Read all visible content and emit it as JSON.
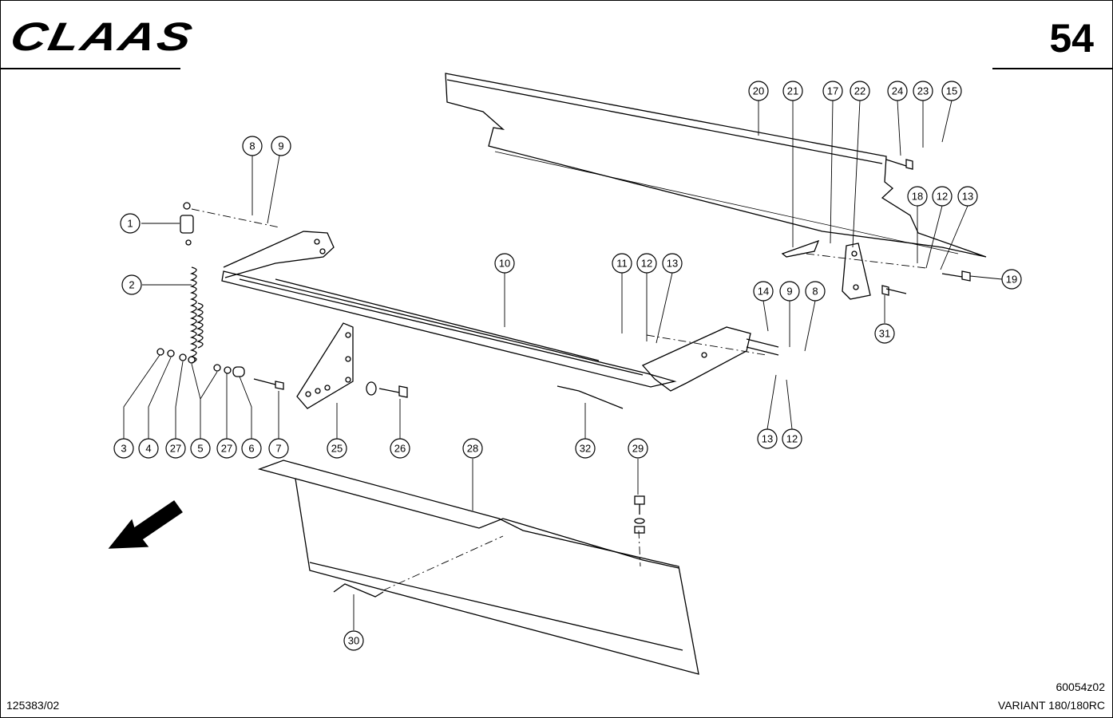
{
  "header": {
    "logo_text": "CLAAS",
    "page_number": "54"
  },
  "footer": {
    "doc_number": "125383/02",
    "drawing_code": "60054z02",
    "model": "VARIANT 180/180RC"
  },
  "callouts": [
    {
      "label": "1"
    },
    {
      "label": "2"
    },
    {
      "label": "3"
    },
    {
      "label": "4"
    },
    {
      "label": "27"
    },
    {
      "label": "5"
    },
    {
      "label": "27"
    },
    {
      "label": "6"
    },
    {
      "label": "7"
    },
    {
      "label": "8"
    },
    {
      "label": "9"
    },
    {
      "label": "10"
    },
    {
      "label": "11"
    },
    {
      "label": "12"
    },
    {
      "label": "13"
    },
    {
      "label": "14"
    },
    {
      "label": "9"
    },
    {
      "label": "8"
    },
    {
      "label": "13"
    },
    {
      "label": "12"
    },
    {
      "label": "20"
    },
    {
      "label": "21"
    },
    {
      "label": "17"
    },
    {
      "label": "22"
    },
    {
      "label": "24"
    },
    {
      "label": "23"
    },
    {
      "label": "15"
    },
    {
      "label": "18"
    },
    {
      "label": "12"
    },
    {
      "label": "13"
    },
    {
      "label": "19"
    },
    {
      "label": "31"
    },
    {
      "label": "25"
    },
    {
      "label": "26"
    },
    {
      "label": "32"
    },
    {
      "label": "28"
    },
    {
      "label": "29"
    },
    {
      "label": "30"
    }
  ]
}
